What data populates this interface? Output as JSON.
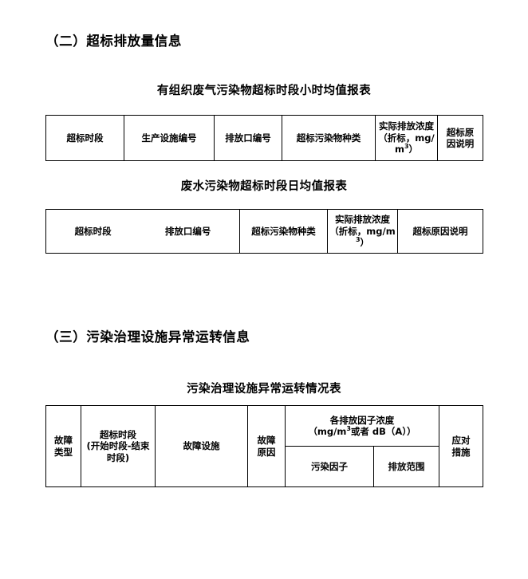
{
  "document": {
    "sections": [
      {
        "id": "sec2",
        "heading": "（二）超标排放量信息"
      },
      {
        "id": "sec3",
        "heading": "（三）污染治理设施异常运转信息"
      }
    ]
  },
  "table1": {
    "caption": "有组织废气污染物超标时段小时均值报表",
    "headers": {
      "c1": "超标时段",
      "c2": "生产设施编号",
      "c3": "排放口编号",
      "c4": "超标污染物种类",
      "c5_line1": "实际排放浓度",
      "c5_line2": "（折标，mg/m",
      "c5_sup": "3",
      "c5_line3": "）",
      "c6_line1": "超标原",
      "c6_line2": "因说明"
    }
  },
  "table2": {
    "caption": "废水污染物超标时段日均值报表",
    "headers": {
      "c1a": "超标时段",
      "c1b": "排放口编号",
      "c2": "超标污染物种类",
      "c3_line1": "实际排放浓度",
      "c3_line2": "（折标，mg/m",
      "c3_sup": "3",
      "c3_line3": "）",
      "c4": "超标原因说明"
    }
  },
  "table3": {
    "caption": "污染治理设施异常运转情况表",
    "headers": {
      "c1_line1": "故障",
      "c1_line2": "类型",
      "c2_line1": "超标时段",
      "c2_line2": "(开始时段-结束",
      "c2_line3": "时段)",
      "c3": "故障设施",
      "c4_line1": "故障",
      "c4_line2": "原因",
      "group_line1": "各排放因子浓度",
      "group_line2_a": "（mg/m",
      "group_sup": "3",
      "group_line2_b": "或者 dB（A））",
      "sub1": "污染因子",
      "sub2": "排放范围",
      "c6_line1": "应对",
      "c6_line2": "措施"
    }
  }
}
